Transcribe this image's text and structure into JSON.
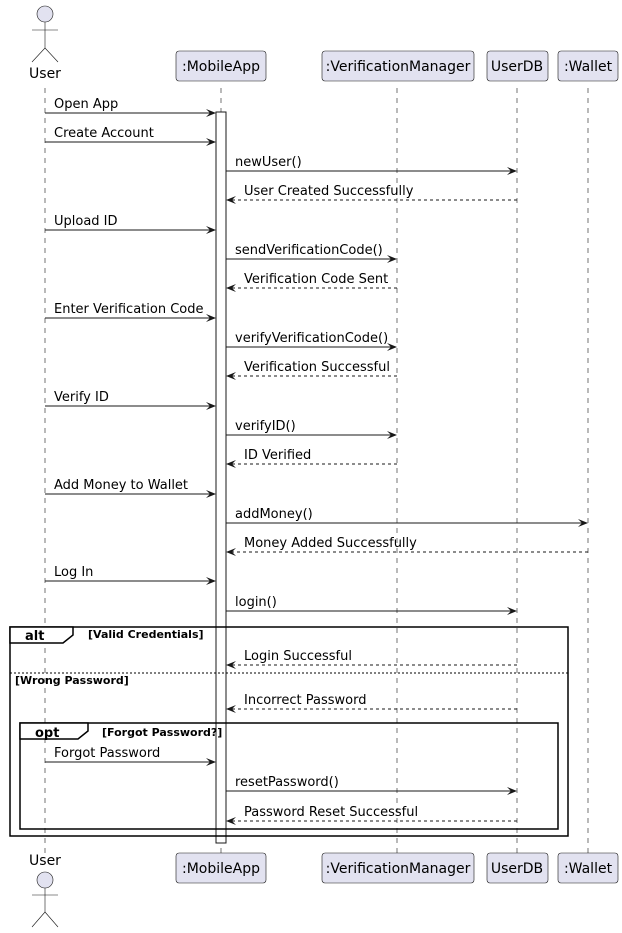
{
  "participants": [
    {
      "id": "user",
      "label": "User",
      "kind": "actor"
    },
    {
      "id": "app",
      "label": ":MobileApp",
      "kind": "box"
    },
    {
      "id": "vm",
      "label": ":VerificationManager",
      "kind": "box"
    },
    {
      "id": "db",
      "label": "UserDB",
      "kind": "box"
    },
    {
      "id": "wallet",
      "label": ":Wallet",
      "kind": "box"
    }
  ],
  "messages": [
    {
      "from": "user",
      "to": "app",
      "label": "Open App",
      "style": "solid"
    },
    {
      "from": "user",
      "to": "app",
      "label": "Create Account",
      "style": "solid"
    },
    {
      "from": "app",
      "to": "db",
      "label": "newUser()",
      "style": "solid"
    },
    {
      "from": "db",
      "to": "app",
      "label": "User Created Successfully",
      "style": "dashed"
    },
    {
      "from": "user",
      "to": "app",
      "label": "Upload ID",
      "style": "solid"
    },
    {
      "from": "app",
      "to": "vm",
      "label": "sendVerificationCode()",
      "style": "solid"
    },
    {
      "from": "vm",
      "to": "app",
      "label": "Verification Code Sent",
      "style": "dashed"
    },
    {
      "from": "user",
      "to": "app",
      "label": "Enter Verification Code",
      "style": "solid"
    },
    {
      "from": "app",
      "to": "vm",
      "label": "verifyVerificationCode()",
      "style": "solid"
    },
    {
      "from": "vm",
      "to": "app",
      "label": "Verification Successful",
      "style": "dashed"
    },
    {
      "from": "user",
      "to": "app",
      "label": "Verify ID",
      "style": "solid"
    },
    {
      "from": "app",
      "to": "vm",
      "label": "verifyID()",
      "style": "solid"
    },
    {
      "from": "vm",
      "to": "app",
      "label": "ID Verified",
      "style": "dashed"
    },
    {
      "from": "user",
      "to": "app",
      "label": "Add Money to Wallet",
      "style": "solid"
    },
    {
      "from": "app",
      "to": "wallet",
      "label": "addMoney()",
      "style": "solid"
    },
    {
      "from": "wallet",
      "to": "app",
      "label": "Money Added Successfully",
      "style": "dashed"
    },
    {
      "from": "user",
      "to": "app",
      "label": "Log In",
      "style": "solid"
    },
    {
      "from": "app",
      "to": "db",
      "label": "login()",
      "style": "solid"
    },
    {
      "from": "db",
      "to": "app",
      "label": "Login Successful",
      "style": "dashed"
    },
    {
      "from": "db",
      "to": "app",
      "label": "Incorrect Password",
      "style": "dashed"
    },
    {
      "from": "user",
      "to": "app",
      "label": "Forgot Password",
      "style": "solid"
    },
    {
      "from": "app",
      "to": "db",
      "label": "resetPassword()",
      "style": "solid"
    },
    {
      "from": "db",
      "to": "app",
      "label": "Password Reset Successful",
      "style": "dashed"
    }
  ],
  "fragments": {
    "alt": {
      "keyword": "alt",
      "guard": "[Valid Credentials]",
      "else_guard": "[Wrong Password]"
    },
    "opt": {
      "keyword": "opt",
      "guard": "[Forgot Password?]"
    }
  },
  "colors": {
    "participant_fill": "#e2e2f0",
    "line": "#181818",
    "background": "#ffffff"
  }
}
